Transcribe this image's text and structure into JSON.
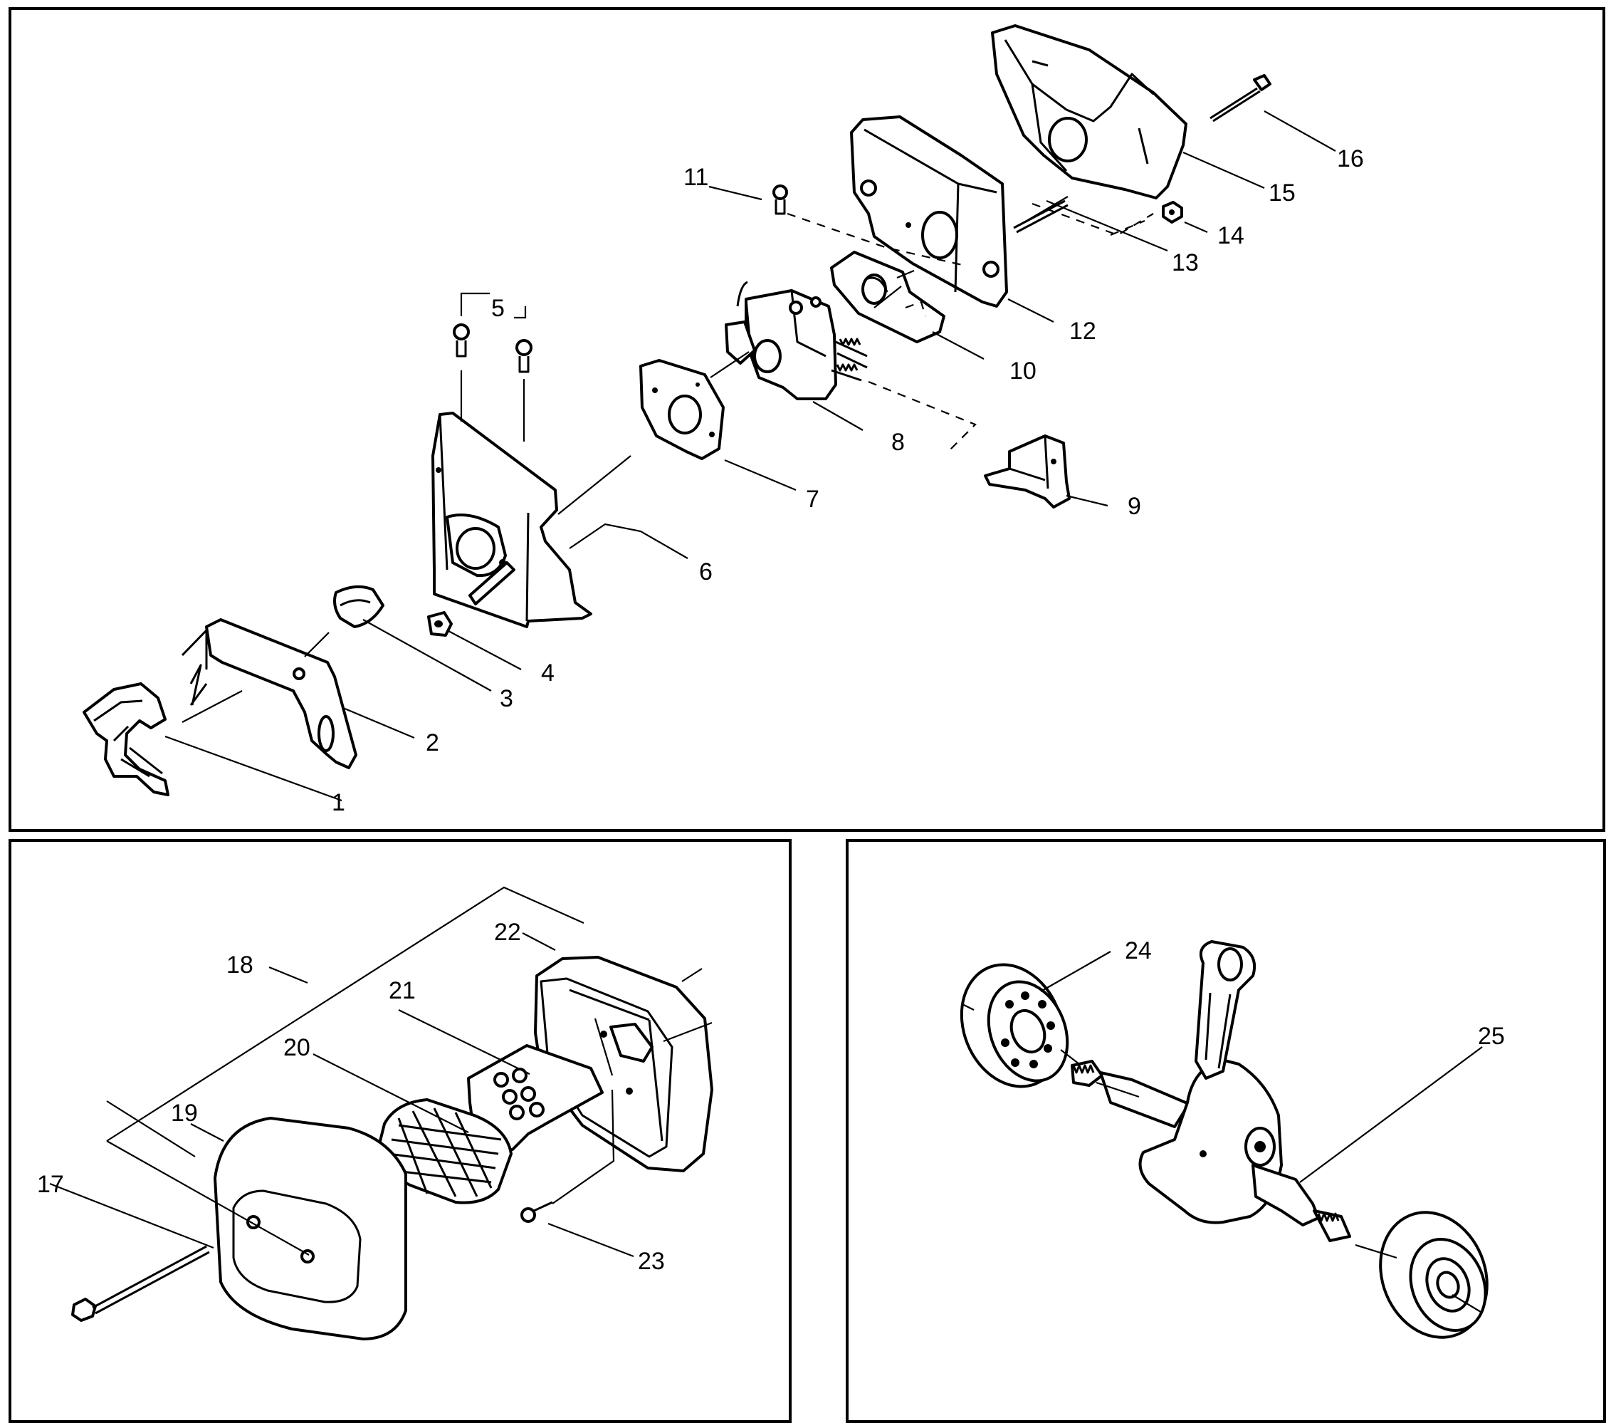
{
  "parts": [
    {
      "id": "1",
      "label": "1"
    },
    {
      "id": "2",
      "label": "2"
    },
    {
      "id": "3",
      "label": "3"
    },
    {
      "id": "4",
      "label": "4"
    },
    {
      "id": "5",
      "label": "5"
    },
    {
      "id": "6",
      "label": "6"
    },
    {
      "id": "7",
      "label": "7"
    },
    {
      "id": "8",
      "label": "8"
    },
    {
      "id": "9",
      "label": "9"
    },
    {
      "id": "10",
      "label": "10"
    },
    {
      "id": "11",
      "label": "11"
    },
    {
      "id": "12",
      "label": "12"
    },
    {
      "id": "13",
      "label": "13"
    },
    {
      "id": "14",
      "label": "14"
    },
    {
      "id": "15",
      "label": "15"
    },
    {
      "id": "16",
      "label": "16"
    },
    {
      "id": "17",
      "label": "17"
    },
    {
      "id": "18",
      "label": "18"
    },
    {
      "id": "19",
      "label": "19"
    },
    {
      "id": "20",
      "label": "20"
    },
    {
      "id": "21",
      "label": "21"
    },
    {
      "id": "22",
      "label": "22"
    },
    {
      "id": "23",
      "label": "23"
    },
    {
      "id": "24",
      "label": "24"
    },
    {
      "id": "25",
      "label": "25"
    }
  ]
}
